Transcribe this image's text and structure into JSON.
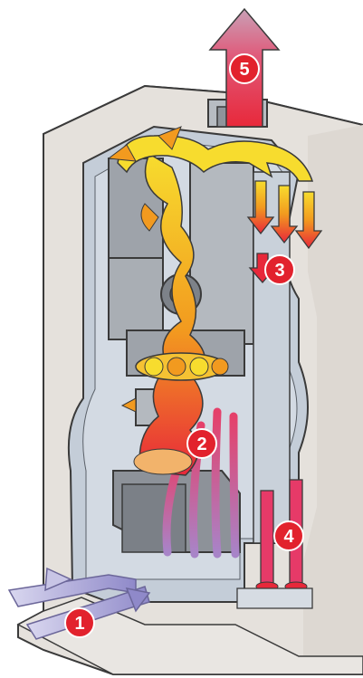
{
  "colors": {
    "stone": "#e5e1dc",
    "stone_dark": "#cfcac4",
    "interior": "#c4cdd8",
    "block": "#9ea3aa",
    "block_light": "#b4b9bf",
    "outline": "#3a3a3a",
    "flame_yellow": "#f7dc2e",
    "flame_orange": "#f29a1f",
    "hot_red": "#e8283a",
    "marker_red": "#e2222d",
    "marker_text": "#ffffff",
    "intake_purple": "#a6a2d6",
    "exhaust_pink": "#e63a68"
  },
  "markers": [
    {
      "id": "1",
      "label": "1"
    },
    {
      "id": "2",
      "label": "2"
    },
    {
      "id": "3",
      "label": "3"
    },
    {
      "id": "4",
      "label": "4"
    },
    {
      "id": "5",
      "label": "5"
    }
  ]
}
